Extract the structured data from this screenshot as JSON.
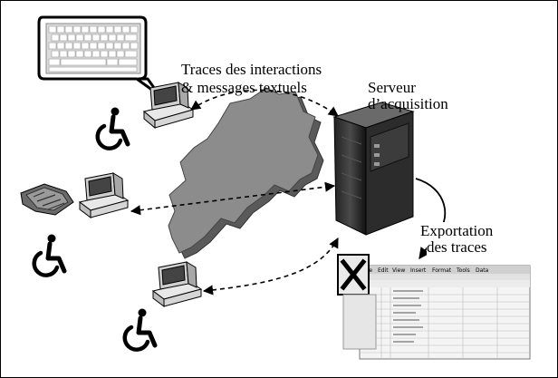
{
  "labels": {
    "traces_line1": "Traces des interactions",
    "traces_line2": "& messages textuels",
    "server_line1": "Serveur",
    "server_line2": "d’acquisition",
    "export_line1": "Exportation",
    "export_line2": "des traces"
  }
}
